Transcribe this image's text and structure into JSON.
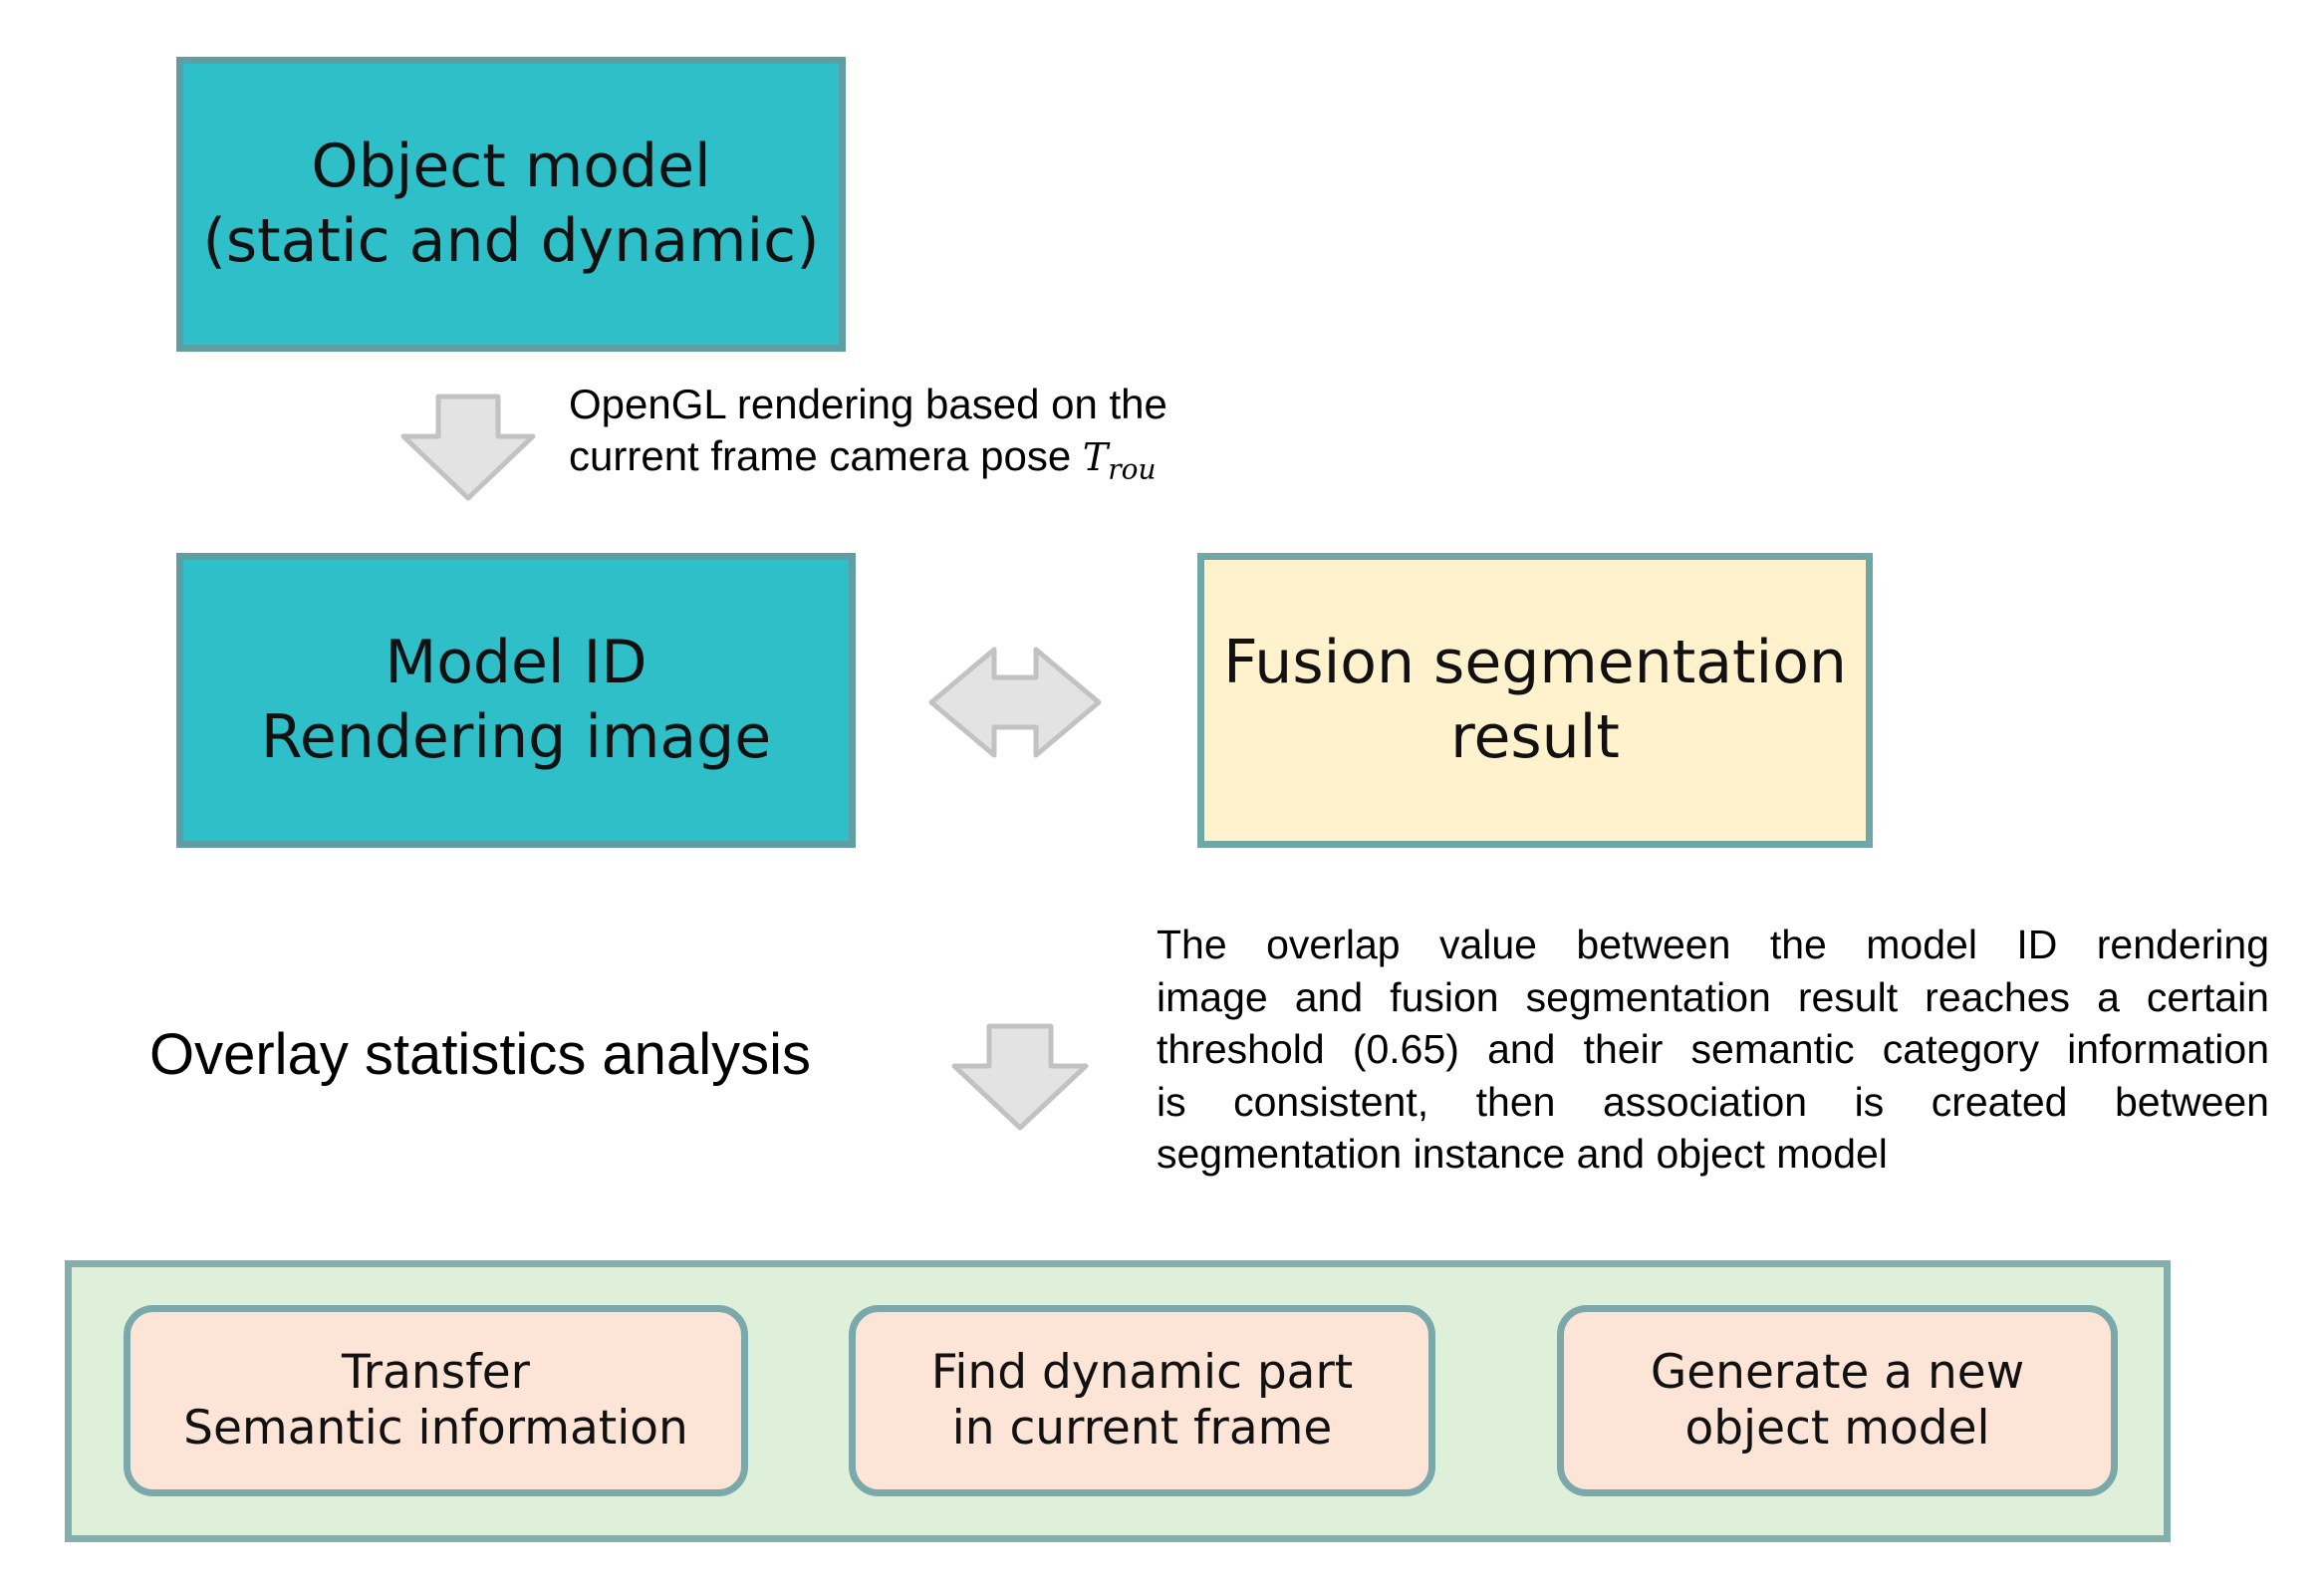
{
  "boxes": {
    "object_model": {
      "line1": "Object model",
      "line2": "(static and dynamic)"
    },
    "model_id": {
      "line1": "Model ID",
      "line2": "Rendering image"
    },
    "fusion": {
      "line1": "Fusion segmentation",
      "line2": "result"
    }
  },
  "notes": {
    "opengl": {
      "line1": "OpenGL rendering based on the",
      "line2": "current frame camera pose",
      "symbol": "T",
      "symbol_sub": "rou"
    },
    "overlap": {
      "lines": [
        "The overlap value between the model ID rendering",
        "image and fusion segmentation result reaches a certain",
        "threshold (0.65) and their semantic category information",
        "is consistent, then association is created between",
        "segmentation instance and object model"
      ]
    }
  },
  "overlay_label": "Overlay statistics analysis",
  "outcomes": [
    {
      "line1": "Transfer",
      "line2": "Semantic information"
    },
    {
      "line1": "Find dynamic part",
      "line2": "in current frame"
    },
    {
      "line1": "Generate a new",
      "line2": "object model"
    }
  ],
  "colors": {
    "teal_fill": "#2fbfc8",
    "cream_fill": "#fff2cc",
    "outer_fill": "#dff0da",
    "pill_fill": "#fce4d6",
    "arrow_fill": "#e0e0e0"
  }
}
